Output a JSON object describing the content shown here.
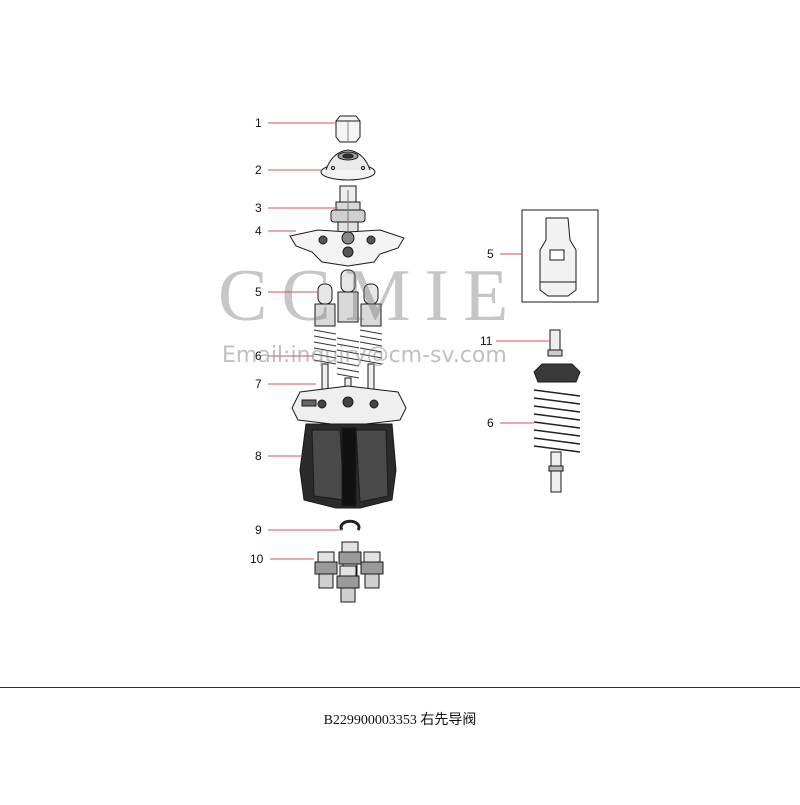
{
  "diagram": {
    "callouts": [
      {
        "id": "c1",
        "label": "1"
      },
      {
        "id": "c2",
        "label": "2"
      },
      {
        "id": "c3",
        "label": "3"
      },
      {
        "id": "c4",
        "label": "4"
      },
      {
        "id": "c5a",
        "label": "5"
      },
      {
        "id": "c6a",
        "label": "6"
      },
      {
        "id": "c7",
        "label": "7"
      },
      {
        "id": "c8",
        "label": "8"
      },
      {
        "id": "c9",
        "label": "9"
      },
      {
        "id": "c10",
        "label": "10"
      },
      {
        "id": "c5b",
        "label": "5"
      },
      {
        "id": "c11",
        "label": "11"
      },
      {
        "id": "c6b",
        "label": "6"
      }
    ],
    "leader_color": "#d9534f",
    "line_color": "#1a1a1a"
  },
  "watermark": {
    "brand": "CCMIE",
    "email": "Email:inquiry@cm-sv.com"
  },
  "caption": {
    "part_number": "B229900003353",
    "name": "右先导阀"
  }
}
